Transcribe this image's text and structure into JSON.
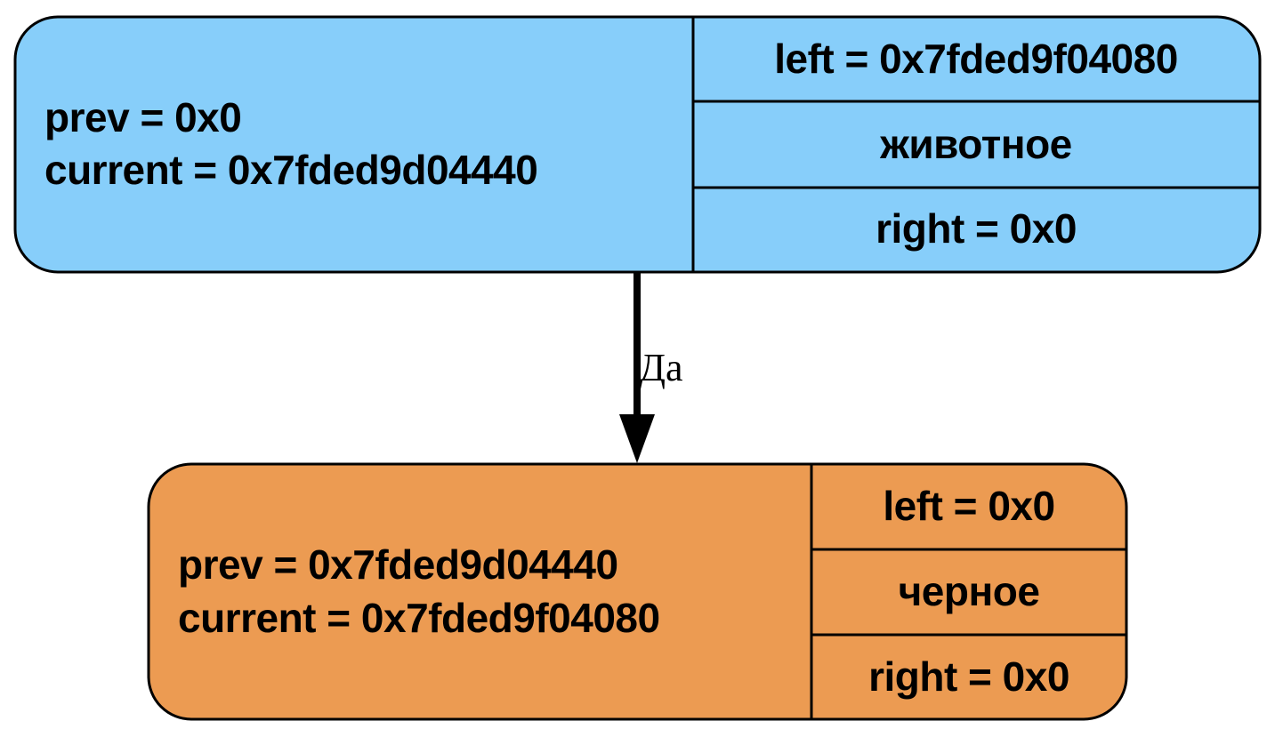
{
  "nodes": [
    {
      "id": "node-1",
      "fill": "#87cefa",
      "prev": "prev = 0x0",
      "current": "current = 0x7fded9d04440",
      "left": "left = 0x7fded9f04080",
      "value": "животное",
      "right": "right = 0x0"
    },
    {
      "id": "node-2",
      "fill": "#ec9b52",
      "prev": "prev = 0x7fded9d04440",
      "current": "current = 0x7fded9f04080",
      "left": "left = 0x0",
      "value": "черное",
      "right": "right = 0x0"
    }
  ],
  "edges": [
    {
      "from": "node-1",
      "to": "node-2",
      "label": "Да"
    }
  ]
}
